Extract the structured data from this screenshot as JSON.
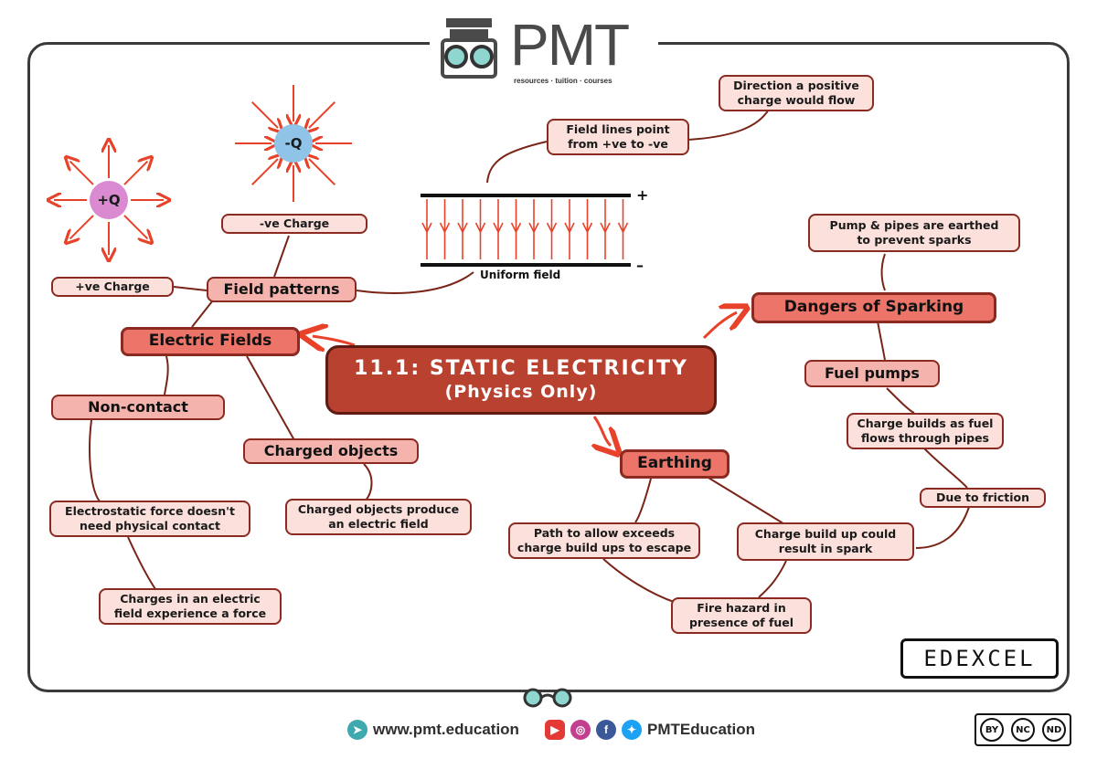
{
  "logo": {
    "text": "PMT",
    "tagline": "resources · tuition · courses"
  },
  "central": {
    "title": "11.1: STATIC ELECTRICITY",
    "subtitle": "(Physics Only)"
  },
  "electric_fields": {
    "label": "Electric Fields",
    "field_patterns": "Field patterns",
    "positive_charge_label": "+ve Charge",
    "negative_charge_label": "-ve Charge",
    "positive_symbol": "+Q",
    "negative_symbol": "-Q",
    "non_contact": "Non-contact",
    "electrostatic_note": "Electrostatic force doesn't\nneed physical contact",
    "charges_note": "Charges in an electric\nfield experience a force",
    "charged_objects": "Charged objects",
    "charged_objects_note": "Charged objects produce\nan electric field",
    "uniform_field": "Uniform field",
    "plate_plus": "+",
    "plate_minus": "–",
    "field_lines_note": "Field lines point\nfrom +ve to -ve",
    "direction_note": "Direction a positive\ncharge would flow"
  },
  "earthing": {
    "label": "Earthing",
    "path_note": "Path to allow exceeds\ncharge build ups to escape",
    "spark_note": "Charge build up could\nresult in spark",
    "fire_note": "Fire hazard in\npresence of fuel"
  },
  "sparking": {
    "label": "Dangers of Sparking",
    "pump_note": "Pump & pipes are earthed\nto prevent sparks",
    "fuel_pumps": "Fuel pumps",
    "builds_note": "Charge builds as fuel\nflows through pipes",
    "friction_note": "Due to friction"
  },
  "badge": "EDEXCEL",
  "footer": {
    "website": "www.pmt.education",
    "social": "PMTEducation",
    "license": [
      "BY",
      "NC",
      "ND"
    ]
  },
  "colors": {
    "central": "#b8412f",
    "dark": "#ec7468",
    "mid": "#f4b4ad",
    "light": "#fbe0dc",
    "line": "#7a2418",
    "arrow": "#e8432a",
    "positive": "#d98ad0",
    "negative": "#8fc3e8"
  }
}
